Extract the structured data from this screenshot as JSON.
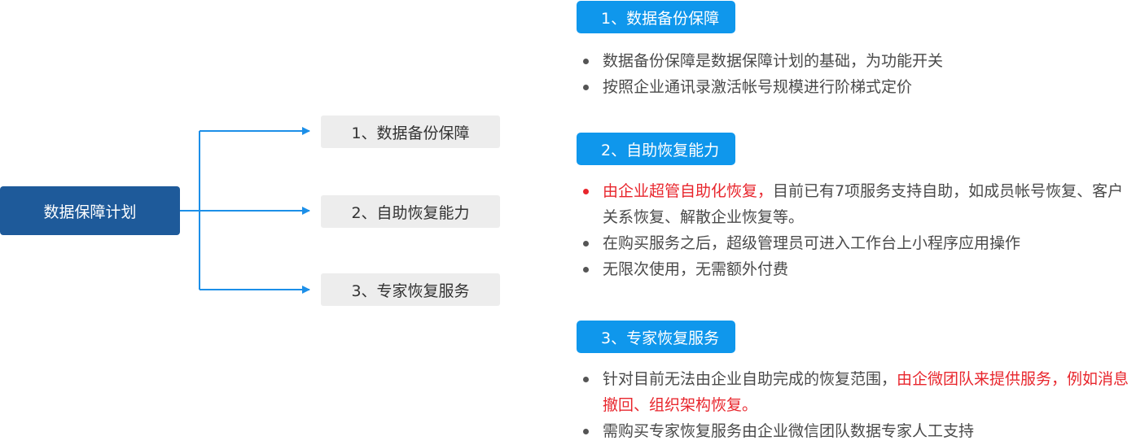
{
  "root": {
    "label": "数据保障计划"
  },
  "branches": [
    {
      "label": "1、数据备份保障"
    },
    {
      "label": "2、自助恢复能力"
    },
    {
      "label": "3、专家恢复服务"
    }
  ],
  "sections": [
    {
      "header": "1、数据备份保障",
      "bullets": [
        {
          "text": "数据备份保障是数据保障计划的基础，为功能开关"
        },
        {
          "text": "按照企业通讯录激活帐号规模进行阶梯式定价"
        }
      ]
    },
    {
      "header": "2、自助恢复能力",
      "bullets": [
        {
          "red": "由企业超管自助化恢复，",
          "text": "目前已有7项服务支持自助，如成员帐号恢复、客户关系恢复、解散企业恢复等。"
        },
        {
          "text": "在购买服务之后，超级管理员可进入工作台上小程序应用操作"
        },
        {
          "text": "无限次使用，无需额外付费"
        }
      ]
    },
    {
      "header": "3、专家恢复服务",
      "bullets": [
        {
          "text": "针对目前无法由企业自助完成的恢复范围，",
          "red": "由企微团队来提供服务，例如消息撤回、组织架构恢复。"
        },
        {
          "text": "需购买专家恢复服务由企业微信团队数据专家人工支持"
        }
      ]
    }
  ],
  "colors": {
    "root_fill": "#1e5a9a",
    "connector": "#1c8fe8",
    "header_fill": "#0f97ec",
    "branch_fill": "#ededed",
    "highlight": "#e8262d"
  }
}
